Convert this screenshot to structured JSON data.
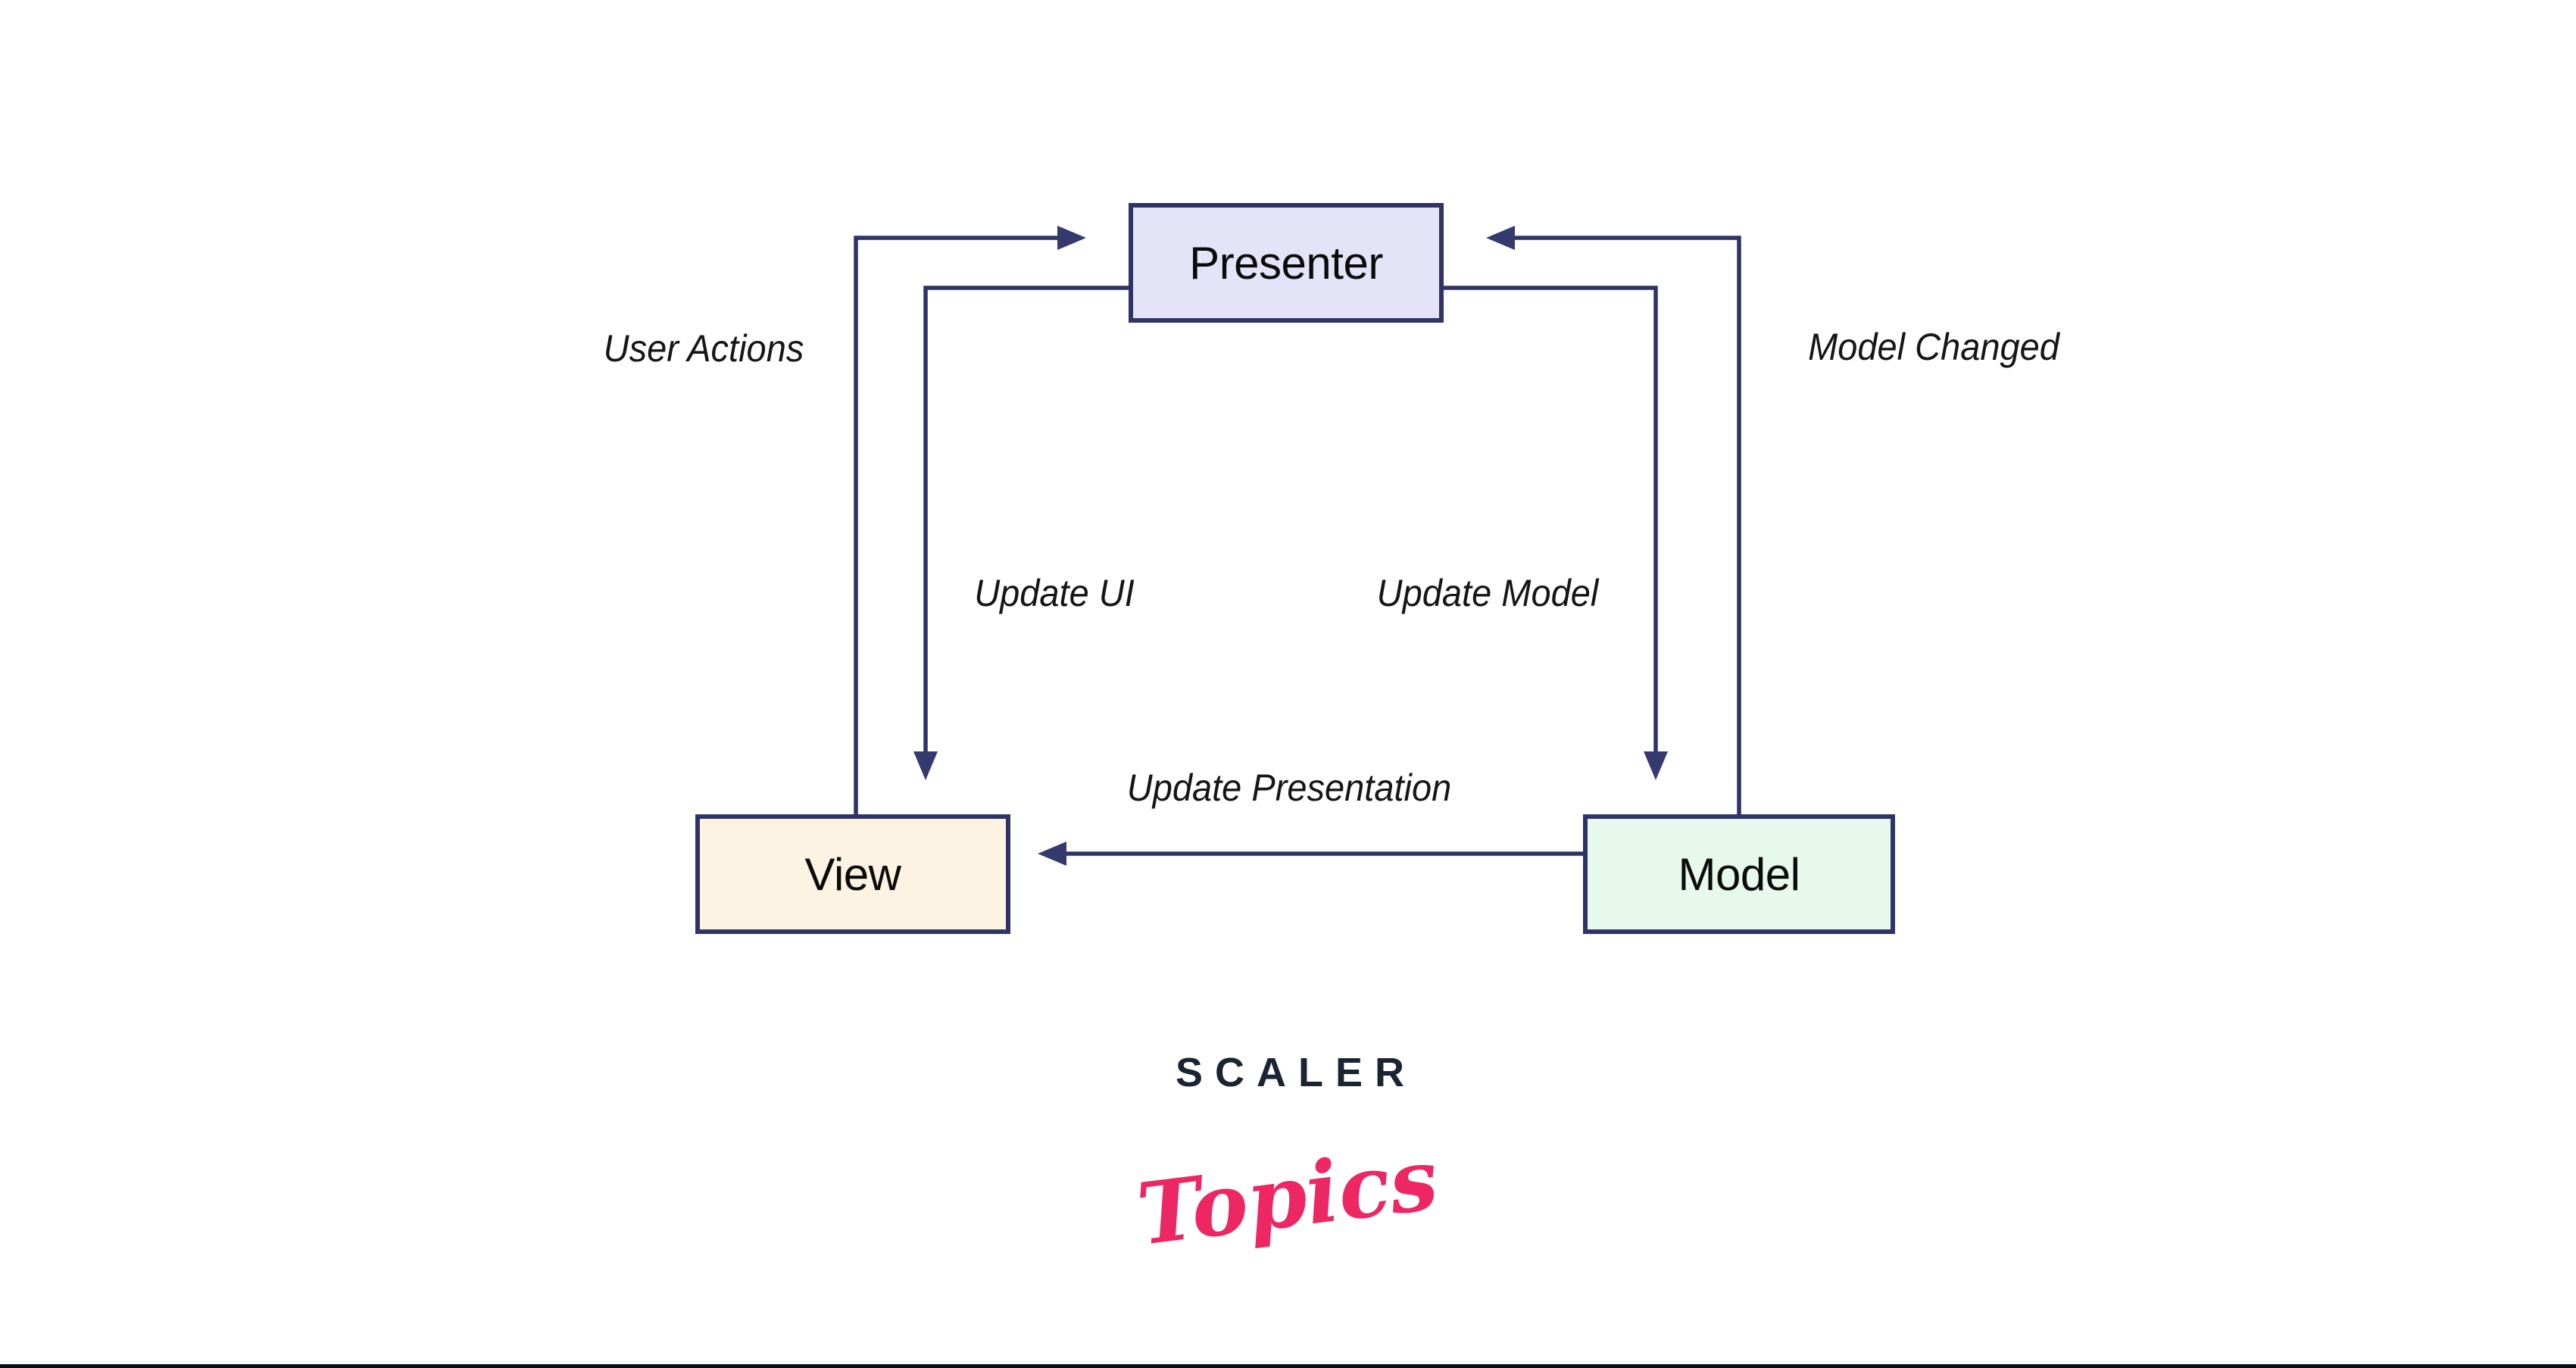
{
  "diagram": {
    "nodes": [
      {
        "id": "presenter",
        "label": "Presenter",
        "fill": "#e5e3f7"
      },
      {
        "id": "view",
        "label": "View",
        "fill": "#fdf3e3"
      },
      {
        "id": "model",
        "label": "Model",
        "fill": "#e6f9ec"
      }
    ],
    "edges": [
      {
        "id": "user-actions",
        "label": "User Actions",
        "from": "view",
        "to": "presenter"
      },
      {
        "id": "update-ui",
        "label": "Update UI",
        "from": "presenter",
        "to": "view"
      },
      {
        "id": "model-changed",
        "label": "Model Changed",
        "from": "model",
        "to": "presenter"
      },
      {
        "id": "update-model",
        "label": "Update Model",
        "from": "presenter",
        "to": "model"
      },
      {
        "id": "update-presentation",
        "label": "Update Presentation",
        "from": "model",
        "to": "view"
      }
    ]
  },
  "logo": {
    "brand": "SCALER",
    "wordmark": "Topics"
  },
  "colors": {
    "arrow": "#2f3366",
    "node_border": "#2f3366",
    "presenter_fill": "#e5e3f7",
    "view_fill": "#fdf3e3",
    "model_fill": "#e6f9ec",
    "edge_label_text": "#161616",
    "node_label_text": "#0b0b0b",
    "brand_navy": "#1b2433",
    "brand_pink": "#ec2764",
    "bottom_bar": "#0d0d15",
    "background": "#ffffff"
  }
}
